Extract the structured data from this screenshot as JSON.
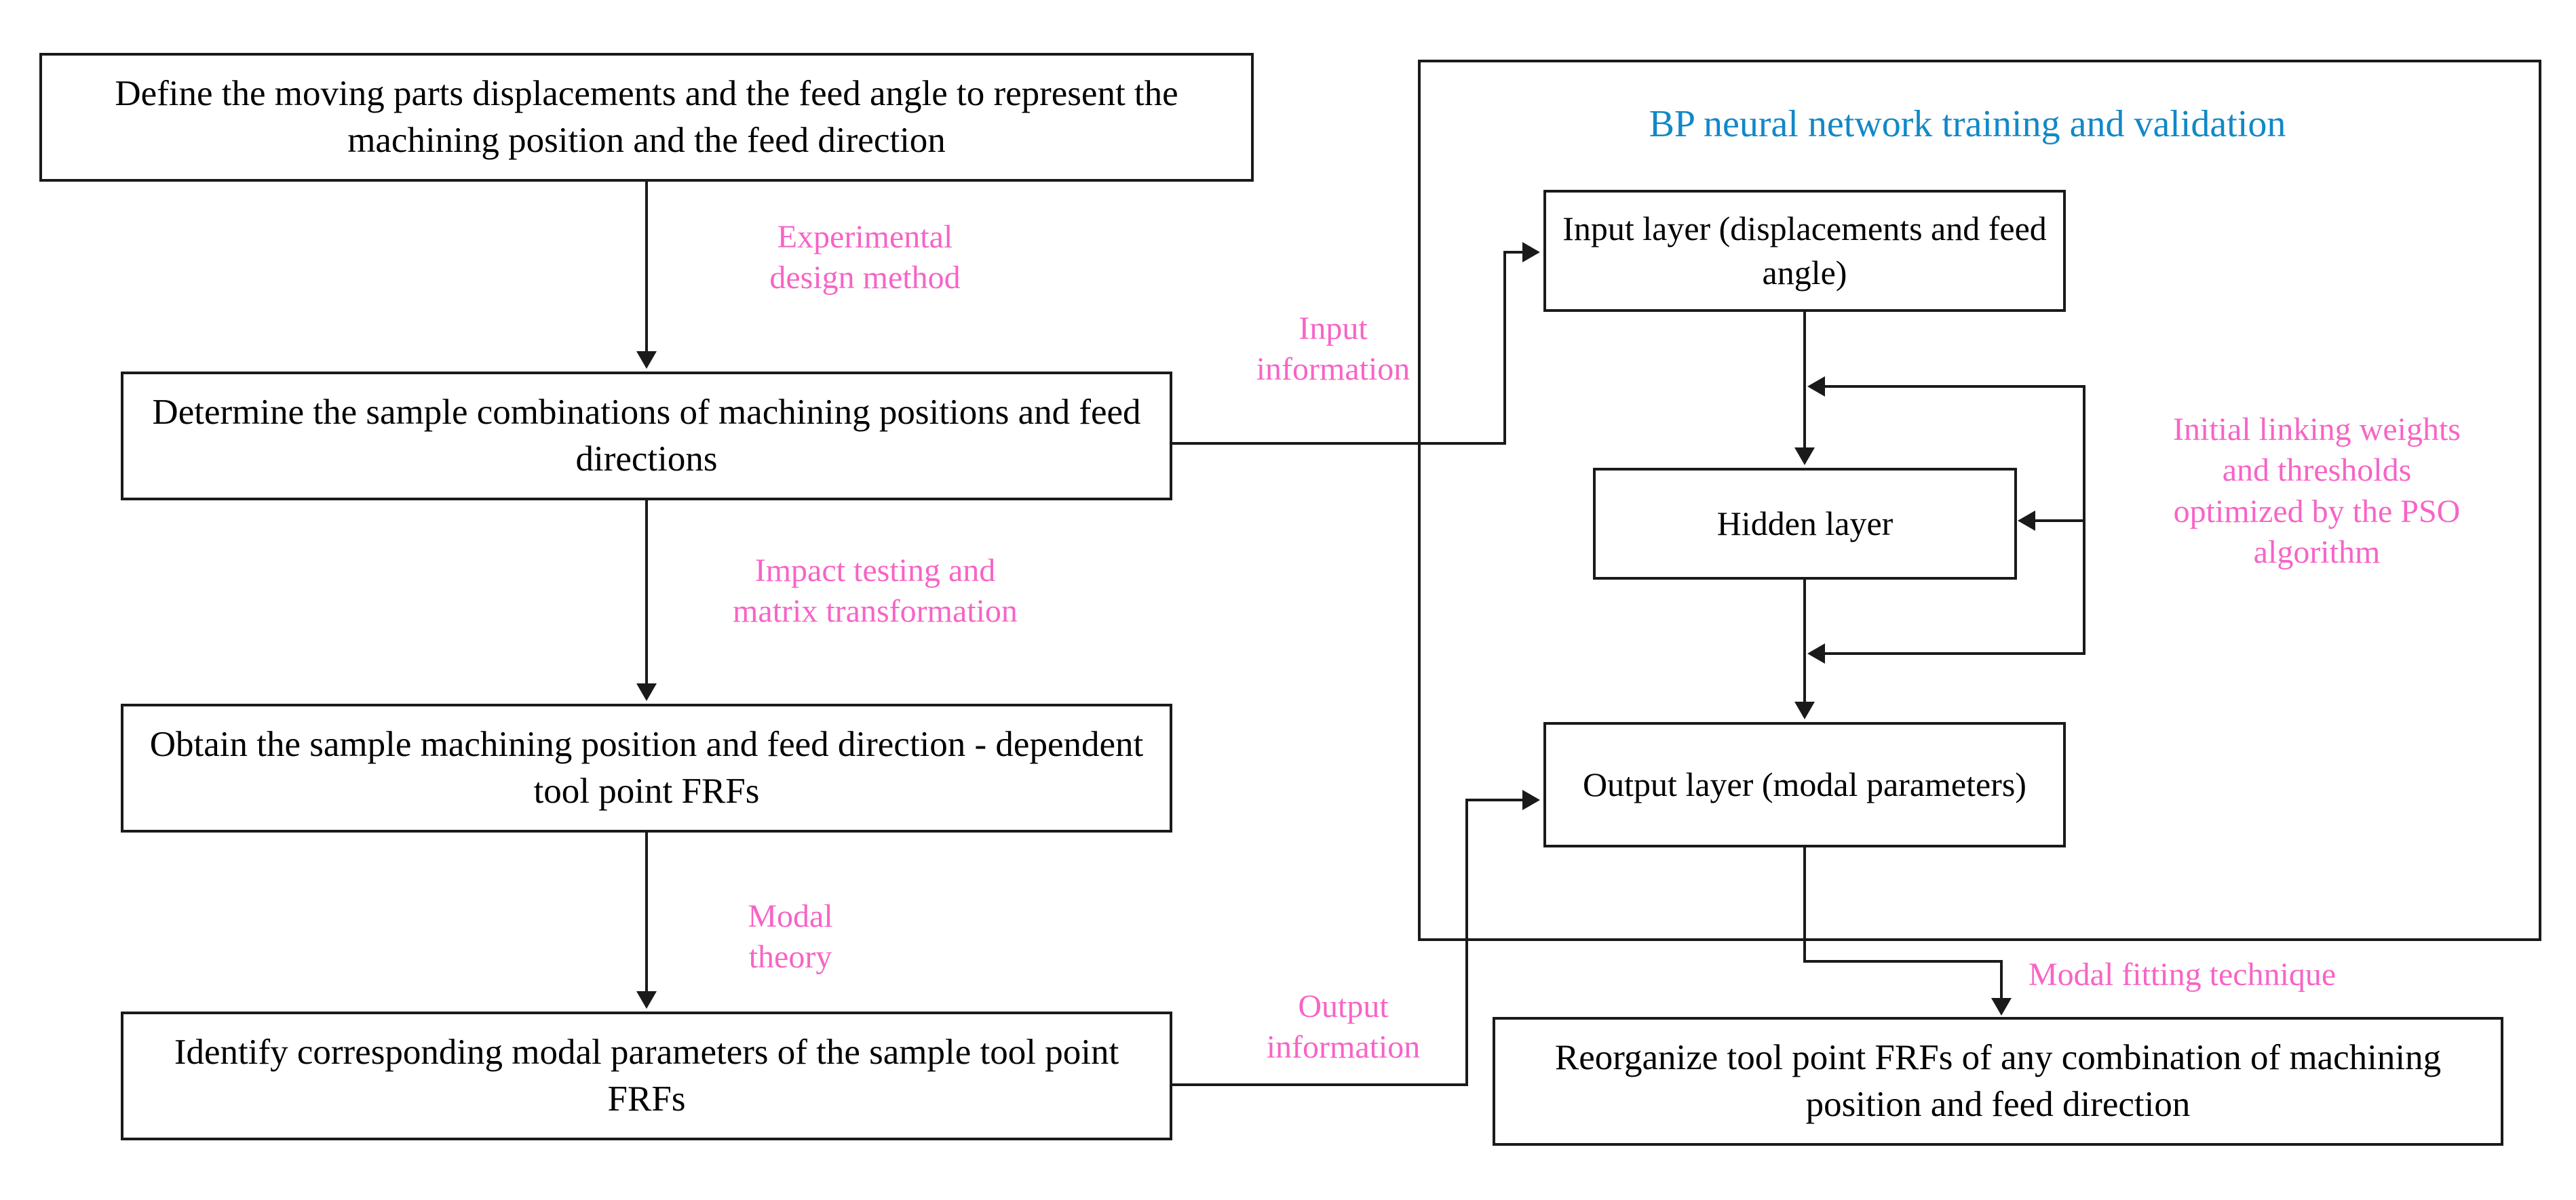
{
  "diagram": {
    "title_right_panel": "BP neural network training and validation",
    "left_flow": {
      "boxes": [
        {
          "id": "define",
          "text": "Define the  moving parts displacements and the feed angle to represent the machining position and the feed direction"
        },
        {
          "id": "determine",
          "text": "Determine the sample combinations of machining positions and feed directions"
        },
        {
          "id": "obtain",
          "text": "Obtain the sample machining position and feed direction - dependent tool point FRFs"
        },
        {
          "id": "identify",
          "text": "Identify corresponding modal parameters of the sample tool point FRFs"
        }
      ],
      "edge_labels": [
        {
          "id": "experimental",
          "text": "Experimental\ndesign method"
        },
        {
          "id": "impact",
          "text": "Impact testing and\nmatrix transformation"
        },
        {
          "id": "modal",
          "text": "Modal\ntheory"
        }
      ]
    },
    "bridge_labels": [
      {
        "id": "input-information",
        "text": "Input\ninformation"
      },
      {
        "id": "output-information",
        "text": "Output\ninformation"
      }
    ],
    "right_panel": {
      "boxes": [
        {
          "id": "input-layer",
          "text": "Input layer (displacements and feed angle)"
        },
        {
          "id": "hidden-layer",
          "text": "Hidden layer"
        },
        {
          "id": "output-layer",
          "text": "Output layer (modal parameters)"
        }
      ],
      "side_label": {
        "id": "pso",
        "text": "Initial linking weights\nand thresholds\noptimized by the PSO\nalgorithm"
      }
    },
    "bottom_right": {
      "box": {
        "id": "reorganize",
        "text": "Reorganize tool point FRFs of any combination of machining position and feed direction"
      },
      "edge_label": {
        "id": "modal-fitting",
        "text": "Modal fitting technique"
      }
    },
    "colors": {
      "line": "#1a1a1a",
      "pink": "#f764c6",
      "blue": "#1288c8",
      "text": "#000000",
      "background": "#ffffff"
    }
  }
}
